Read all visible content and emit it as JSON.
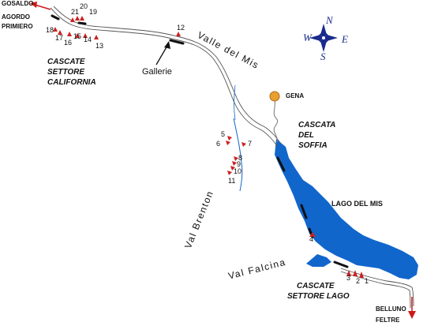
{
  "labels": {
    "gosaldo": "GOSALDO",
    "agordo": "AGORDO",
    "primiero": "PRIMIERO",
    "cascate_settore_california": [
      "CASCATE",
      "SETTORE",
      "CALIFORNIA"
    ],
    "gallerie": "Gallerie",
    "valle_del_mis": "Valle del Mis",
    "gena": "GENA",
    "cascata_del_soffia": [
      "CASCATA",
      "DEL",
      "SOFFIA"
    ],
    "lago_del_mis": "LAGO DEL MIS",
    "val_brenton": "Val Brenton",
    "val_falcina": "Val Falcina",
    "cascate_settore_lago": [
      "CASCATE",
      "SETTORE LAGO"
    ],
    "belluno": "BELLUNO",
    "feltre": "FELTRE"
  },
  "compass": {
    "n": "N",
    "s": "S",
    "e": "E",
    "w": "W"
  },
  "waterfall_numbers": [
    "1",
    "2",
    "3",
    "4",
    "5",
    "6",
    "7",
    "8",
    "9",
    "10",
    "11",
    "12",
    "13",
    "14",
    "15",
    "16",
    "17",
    "18",
    "19",
    "20",
    "21"
  ],
  "colors": {
    "lake": "#1166cc",
    "marker": "#cc2222",
    "arrow": "#d01818",
    "village": "#e8a030",
    "compass": "#1a2b8c"
  }
}
